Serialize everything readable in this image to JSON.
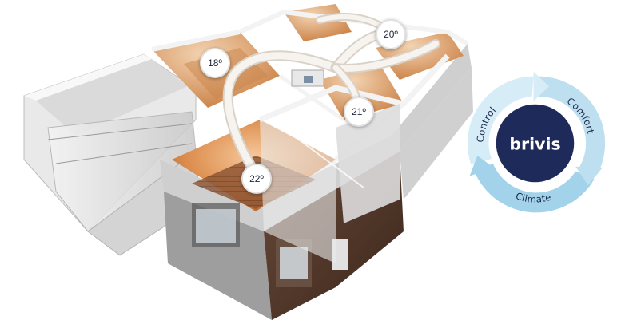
{
  "temperatures": {
    "room_a": "18º",
    "room_b": "20º",
    "room_c": "21º",
    "room_d": "22º"
  },
  "brand": {
    "name": "brivis",
    "cycle": [
      "Control",
      "Comfort",
      "Climate"
    ]
  },
  "colors": {
    "ring_light": "#d6ecf7",
    "ring_mid": "#bddff0",
    "ring_dark": "#a3d2eb",
    "core": "#1d2a5a",
    "room_glow": "#e79a5a"
  }
}
